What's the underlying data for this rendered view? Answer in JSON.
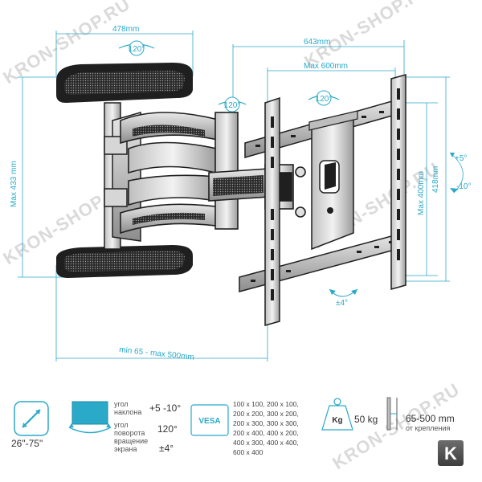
{
  "watermark": "KRON-SHOP.RU",
  "colors": {
    "accent": "#2aa9c9",
    "line": "#2aa9c9",
    "steel": "#1f1f1f",
    "logo": "#555555"
  },
  "dimensions": {
    "arm_width": "478mm",
    "overall_width": "643mm",
    "max_vesa_width": "Max 600mm",
    "max_height": "Max 433 mm",
    "max_vesa_height": "Max 400mm",
    "plate_height": "418mm",
    "extension": "min 65 - max 500mm",
    "tilt_up": "+5°",
    "tilt_down": "-10°",
    "level": "±4°",
    "swivel": "120°"
  },
  "specs": {
    "screen_size": "26\"-75\"",
    "tilt_label": "угол\nнаклона",
    "swivel_label": "угол\nповорота",
    "level_label": "вращение\nэкрана",
    "tilt_value": "+5 -10°",
    "swivel_value": "120°",
    "level_value": "±4°",
    "vesa_badge": "VESA",
    "vesa_list": [
      "100 x 100, 200 x 100,",
      "200 x 200, 300 x 200,",
      "200 x 300, 300 x 300,",
      "200 x 400, 400 x 200,",
      "400 x 300, 400 x 400,",
      "600 x 400"
    ],
    "weight_badge": "Kg",
    "weight": "50 kg",
    "wall_distance": "65-500 mm",
    "wall_distance_note": "от крепления",
    "brand_logo": "K"
  }
}
